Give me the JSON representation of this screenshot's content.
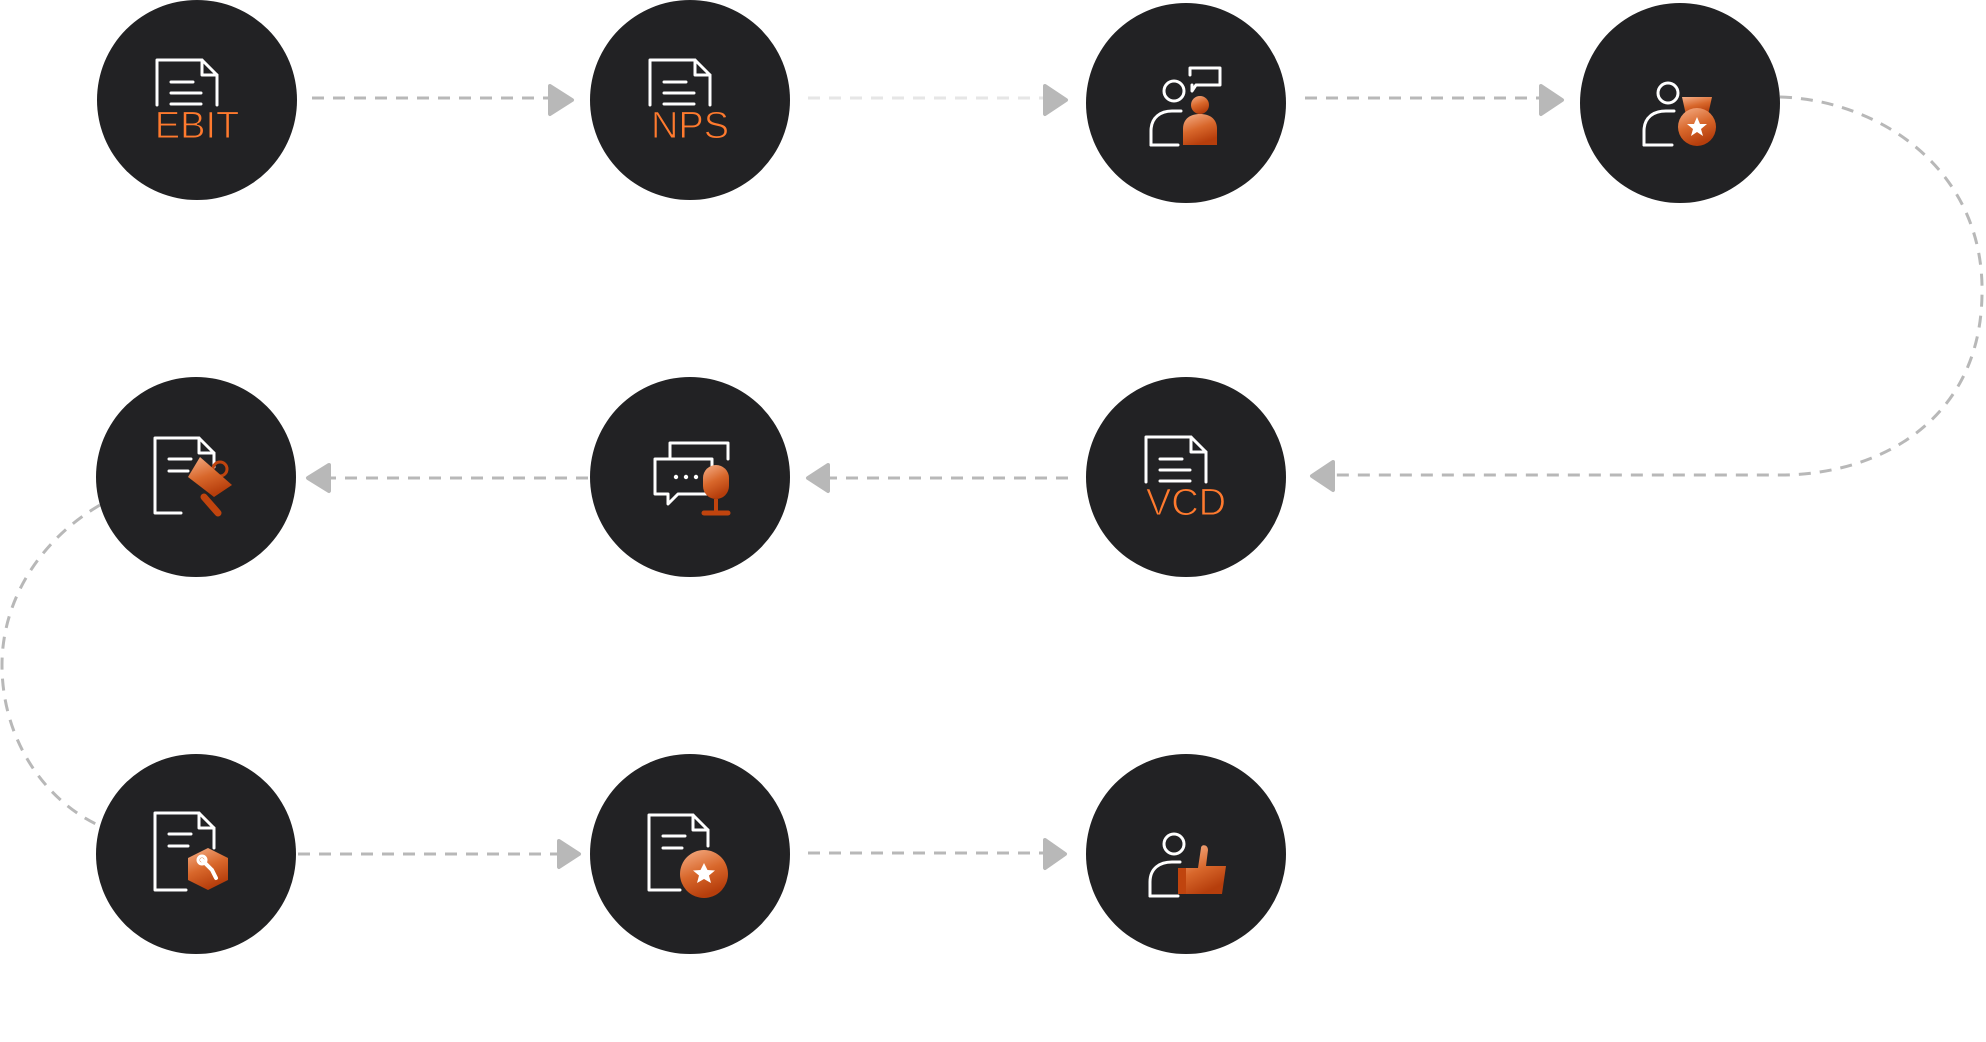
{
  "colors": {
    "circle": "#222224",
    "connector": "#b8b8b8",
    "connector_faint": "#e6e6e6",
    "icon_stroke": "#ffffff",
    "accent": "#ff7a2e",
    "accent_dark": "#c0440e",
    "background": "#ffffff"
  },
  "nodes": [
    {
      "id": "n1",
      "icon": "document-icon",
      "label": "EBIT"
    },
    {
      "id": "n2",
      "icon": "document-icon",
      "label": "NPS"
    },
    {
      "id": "n3",
      "icon": "users-chat-icon",
      "label": ""
    },
    {
      "id": "n4",
      "icon": "user-medal-icon",
      "label": ""
    },
    {
      "id": "n5",
      "icon": "document-icon",
      "label": "VCD"
    },
    {
      "id": "n6",
      "icon": "chat-microphone-icon",
      "label": ""
    },
    {
      "id": "n7",
      "icon": "document-megaphone-icon",
      "label": ""
    },
    {
      "id": "n8",
      "icon": "document-wrench-icon",
      "label": ""
    },
    {
      "id": "n9",
      "icon": "document-star-icon",
      "label": ""
    },
    {
      "id": "n10",
      "icon": "user-thumbs-up-icon",
      "label": ""
    }
  ],
  "connectors": [
    {
      "from": "n1",
      "to": "n2",
      "style": "normal"
    },
    {
      "from": "n2",
      "to": "n3",
      "style": "faint"
    },
    {
      "from": "n3",
      "to": "n4",
      "style": "normal"
    },
    {
      "from": "n4",
      "to": "n5",
      "style": "normal"
    },
    {
      "from": "n5",
      "to": "n6",
      "style": "normal"
    },
    {
      "from": "n6",
      "to": "n7",
      "style": "normal"
    },
    {
      "from": "n7",
      "to": "n8",
      "style": "normal"
    },
    {
      "from": "n8",
      "to": "n9",
      "style": "normal"
    },
    {
      "from": "n9",
      "to": "n10",
      "style": "normal"
    }
  ]
}
